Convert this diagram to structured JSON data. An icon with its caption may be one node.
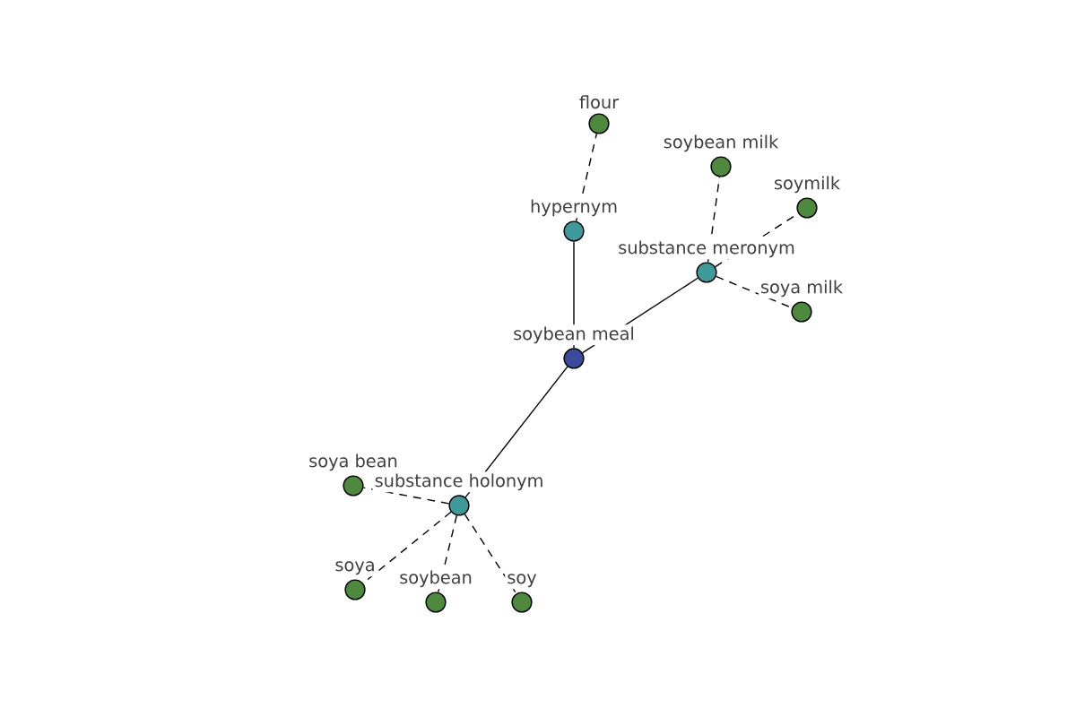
{
  "diagram": {
    "nodes": [
      {
        "text": [
          "flour"
        ]
      },
      {
        "text": [
          "soybean milk"
        ]
      },
      {
        "text": [
          "soymilk"
        ]
      },
      {
        "text": [
          "hypernym"
        ]
      },
      {
        "text": [
          "substance meronym"
        ]
      },
      {
        "text": [
          "soya milk"
        ]
      },
      {
        "text": [
          "soybean meal"
        ]
      },
      {
        "text": [
          "soya bean"
        ]
      },
      {
        "text": [
          "substance holonym"
        ]
      },
      {
        "text": [
          "soya"
        ]
      },
      {
        "text": [
          "soybean"
        ]
      },
      {
        "text": [
          "soy"
        ]
      }
    ],
    "edges": [
      {
        "from": 6,
        "to": 3,
        "arrow": "none"
      },
      {
        "from": 6,
        "to": 4,
        "arrow": "none"
      },
      {
        "from": 6,
        "to": 8,
        "arrow": "none"
      },
      {
        "from": 3,
        "to": 0,
        "arrow": "none",
        "style": "dashed"
      },
      {
        "from": 4,
        "to": 1,
        "arrow": "none",
        "style": "dashed"
      },
      {
        "from": 4,
        "to": 2,
        "arrow": "none",
        "style": "dashed"
      },
      {
        "from": 4,
        "to": 5,
        "arrow": "none",
        "style": "dashed"
      },
      {
        "from": 8,
        "to": 7,
        "arrow": "none",
        "style": "dashed"
      },
      {
        "from": 8,
        "to": 9,
        "arrow": "none",
        "style": "dashed"
      },
      {
        "from": 8,
        "to": 10,
        "arrow": "none",
        "style": "dashed"
      },
      {
        "from": 8,
        "to": 11,
        "arrow": "none",
        "style": "dashed"
      }
    ]
  }
}
